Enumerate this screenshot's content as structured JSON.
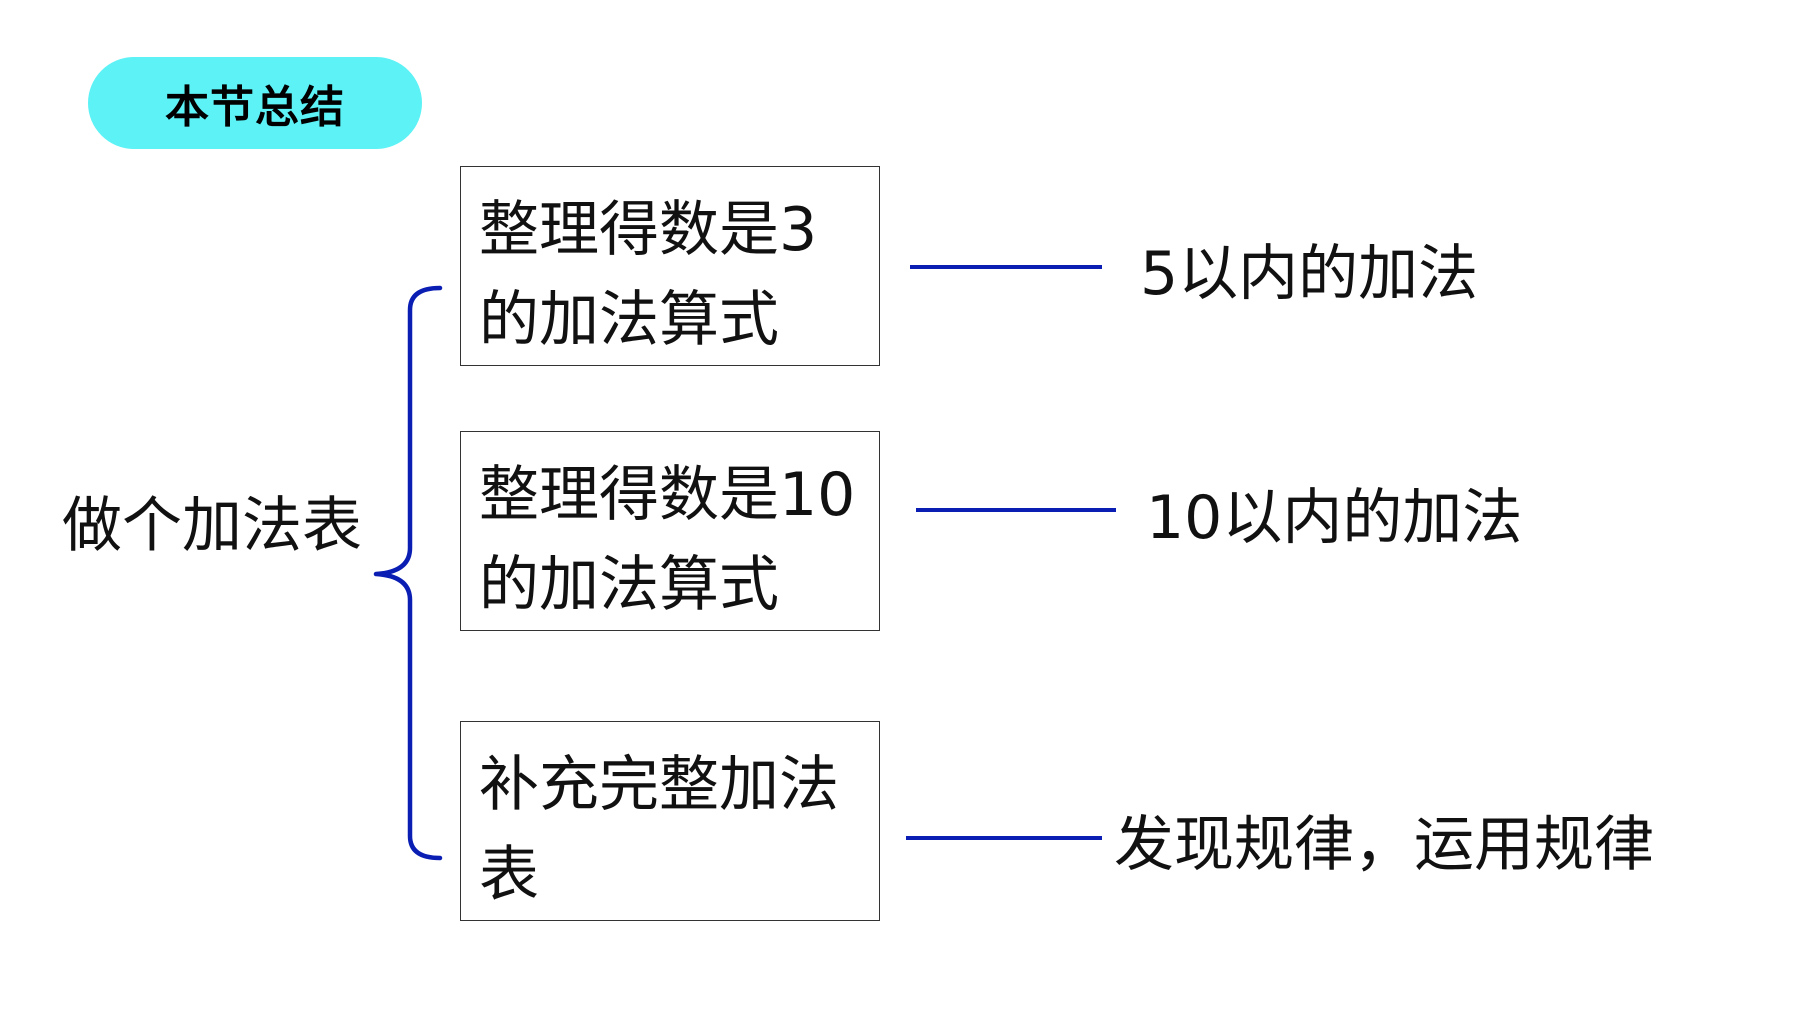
{
  "slide": {
    "title": "本节总结",
    "root_label": "做个加法表",
    "branches": [
      {
        "box_lines": [
          "整理得数是3",
          "的加法算式"
        ],
        "result": "5以内的加法"
      },
      {
        "box_lines": [
          "整理得数是10",
          "的加法算式"
        ],
        "result": "10以内的加法"
      },
      {
        "box_lines": [
          "补充完整加法",
          "表"
        ],
        "result": "发现规律，运用规律"
      }
    ]
  },
  "colors": {
    "title_pill": "#5cf2f6",
    "connector": "#0a1eb4",
    "brace": "#0a1eb4",
    "box_border": "#333333",
    "text": "#111111"
  }
}
